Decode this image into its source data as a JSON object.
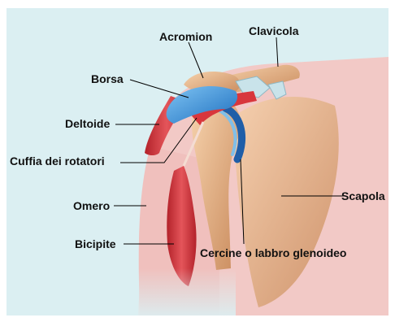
{
  "colors": {
    "background": "#dbeff2",
    "skin": "#f2c9c6",
    "bone": "#e7b58c",
    "muscle": "#d8363c",
    "bursa": "#2f8fd6",
    "leader_line": "#000000"
  },
  "labels": {
    "acromion": "Acromion",
    "clavicola": "Clavicola",
    "borsa": "Borsa",
    "deltoide": "Deltoide",
    "cuffia": "Cuffia dei rotatori",
    "omero": "Omero",
    "bicipite": "Bicipite",
    "scapola": "Scapola",
    "cercine": "Cercine o labbro glenoideo"
  }
}
